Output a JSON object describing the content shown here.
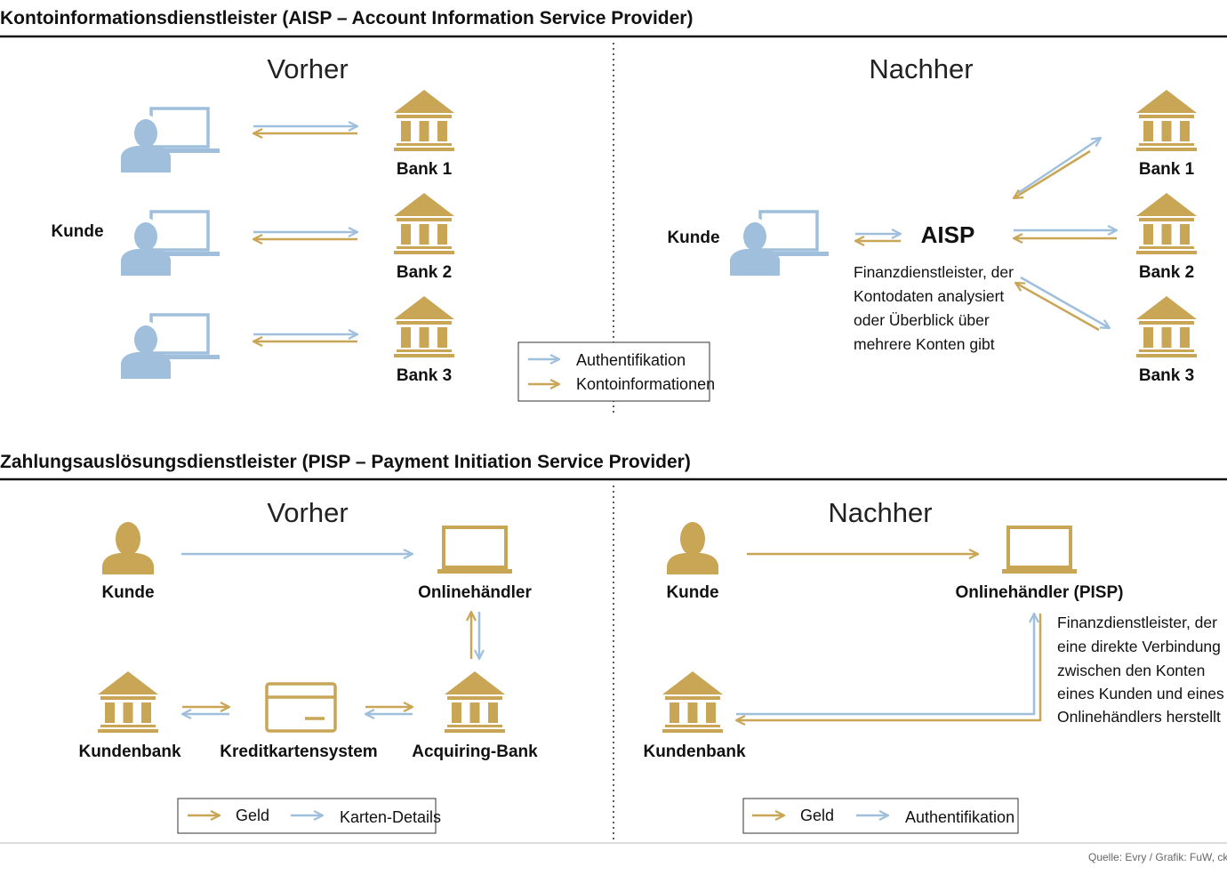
{
  "colors": {
    "gold": "#c9a656",
    "blue": "#9fbfdc",
    "text": "#111111"
  },
  "icons": {
    "person": "person-icon",
    "computer": "computer-user-icon",
    "bank": "bank-building-icon",
    "laptop": "laptop-icon",
    "credit_card": "credit-card-icon"
  },
  "aisp": {
    "title": "Kontoinformationsdienstleister (AISP – Account Information Service Provider)",
    "vorher": {
      "heading": "Vorher",
      "customer": "Kunde",
      "banks": [
        "Bank 1",
        "Bank 2",
        "Bank 3"
      ]
    },
    "nachher": {
      "heading": "Nachher",
      "customer": "Kunde",
      "center": "AISP",
      "description": [
        "Finanzdienstleister, der",
        "Kontodaten analysiert",
        "oder Überblick über",
        "mehrere Konten gibt"
      ],
      "banks": [
        "Bank 1",
        "Bank 2",
        "Bank 3"
      ]
    },
    "legend": {
      "auth": "Authentifikation",
      "info": "Kontoinformationen"
    }
  },
  "pisp": {
    "title": "Zahlungsauslösungsdienstleister (PISP – Payment Initiation Service Provider)",
    "vorher": {
      "heading": "Vorher",
      "customer": "Kunde",
      "merchant": "Onlinehändler",
      "customer_bank": "Kundenbank",
      "card_system": "Kreditkartensystem",
      "acquiring_bank": "Acquiring-Bank",
      "legend": {
        "money": "Geld",
        "card": "Karten-Details"
      }
    },
    "nachher": {
      "heading": "Nachher",
      "customer": "Kunde",
      "merchant": "Onlinehändler (PISP)",
      "customer_bank": "Kundenbank",
      "description": [
        "Finanzdienstleister, der",
        "eine direkte Verbindung",
        "zwischen den Konten",
        "eines Kunden und eines",
        "Onlinehändlers herstellt"
      ],
      "legend": {
        "money": "Geld",
        "auth": "Authentifikation"
      }
    }
  },
  "source": "Quelle: Evry / Grafik: FuW, ck"
}
